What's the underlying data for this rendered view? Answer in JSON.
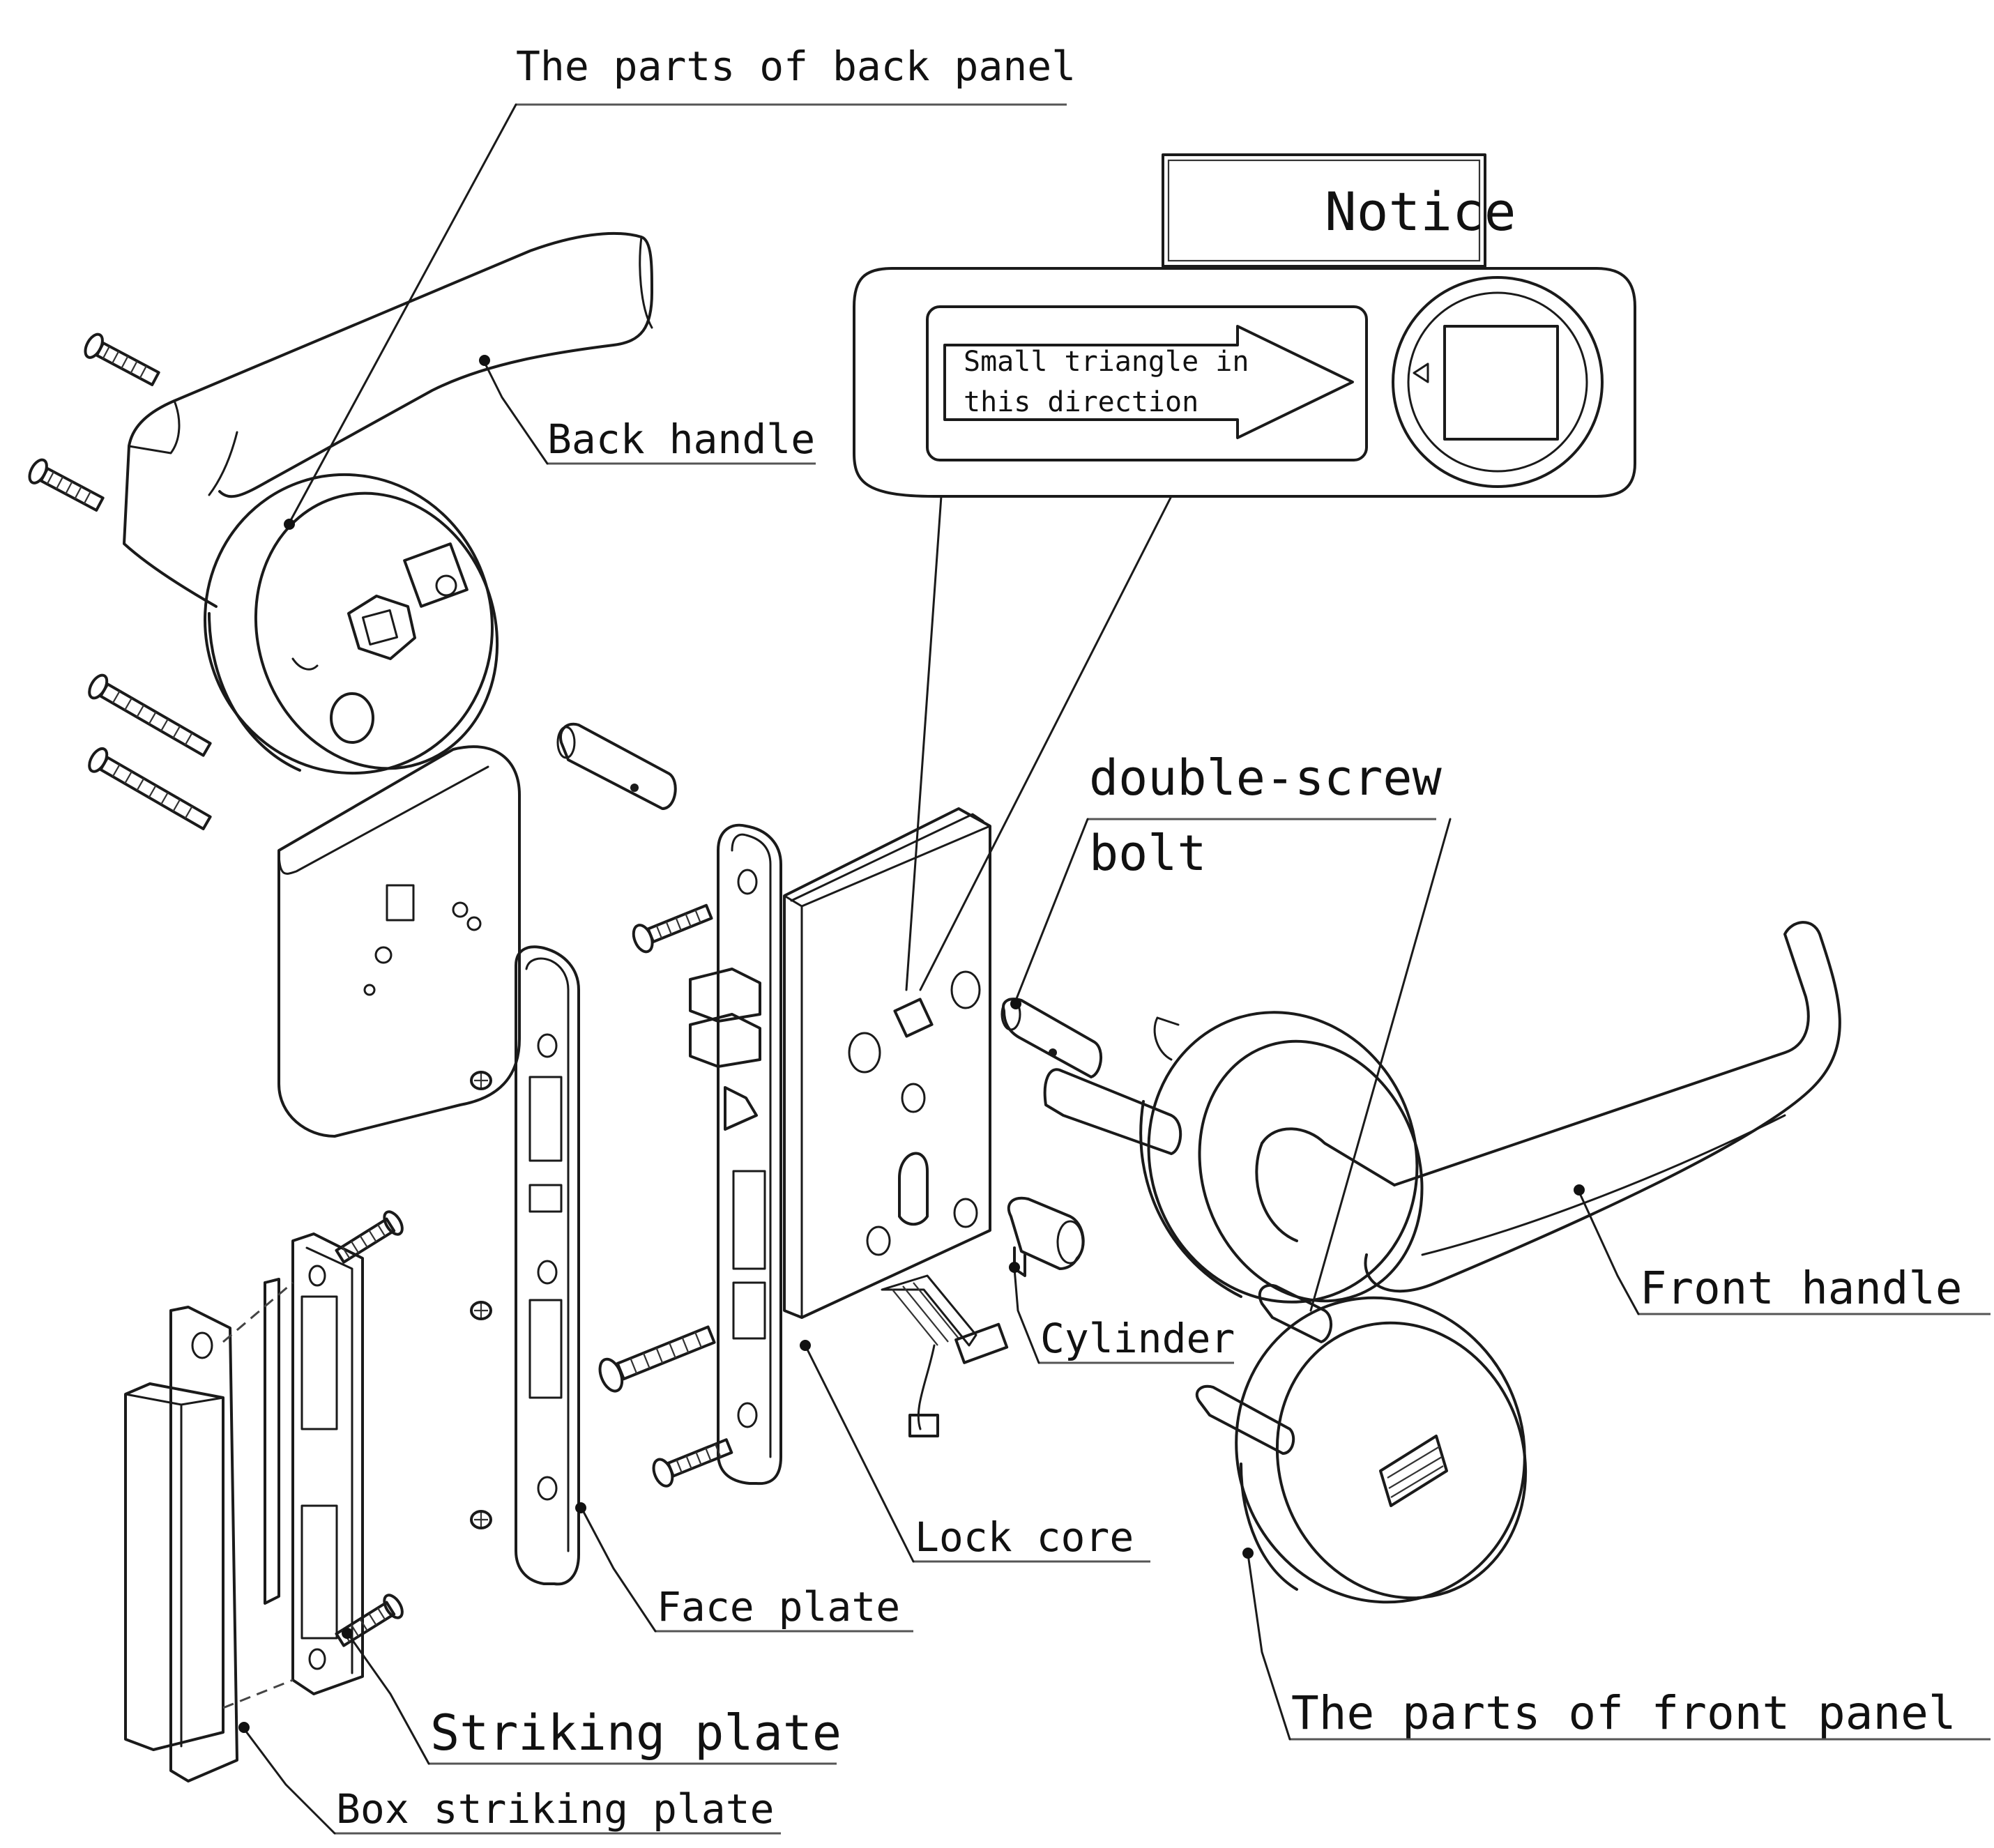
{
  "notice": {
    "title": "Notice",
    "arrow_text_line1": "Small triangle in",
    "arrow_text_line2": "this direction"
  },
  "labels": {
    "back_panel_parts": "The parts of back panel",
    "back_handle": "Back handle",
    "double_screw_bolt_line1": "double-screw",
    "double_screw_bolt_line2": "bolt",
    "front_handle": "Front handle",
    "cylinder": "Cylinder",
    "lock_core": "Lock core",
    "face_plate": "Face plate",
    "striking_plate": "Striking plate",
    "box_striking_plate": "Box striking plate",
    "front_panel_parts": "The parts of front panel"
  }
}
